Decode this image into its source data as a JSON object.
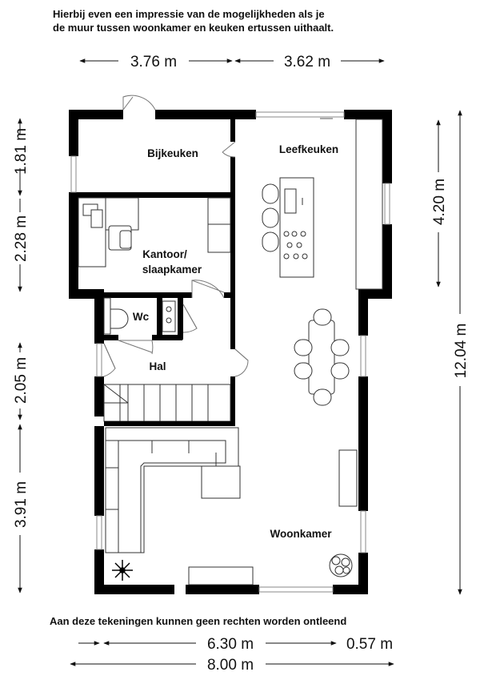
{
  "notes": {
    "top_line1": "Hierbij even een impressie van de mogelijkheden als je",
    "top_line2": "de muur tussen woonkamer en keuken ertussen uithaalt.",
    "bottom": "Aan deze tekeningen kunnen geen rechten worden ontleend"
  },
  "dimensions": {
    "top_left": "3.76 m",
    "top_right": "3.62 m",
    "left_1": "1.81 m",
    "left_2": "2.28 m",
    "left_3": "2.05 m",
    "left_4": "3.91 m",
    "right_upper": "4.20 m",
    "right_total": "12.04 m",
    "bottom_1": "6.30 m",
    "bottom_2": "0.57 m",
    "bottom_total": "8.00 m"
  },
  "rooms": {
    "bijkeuken": "Bijkeuken",
    "leefkeuken": "Leefkeuken",
    "kantoor_line1": "Kantoor/",
    "kantoor_line2": "slaapkamer",
    "wc": "Wc",
    "hal": "Hal",
    "woonkamer": "Woonkamer"
  }
}
